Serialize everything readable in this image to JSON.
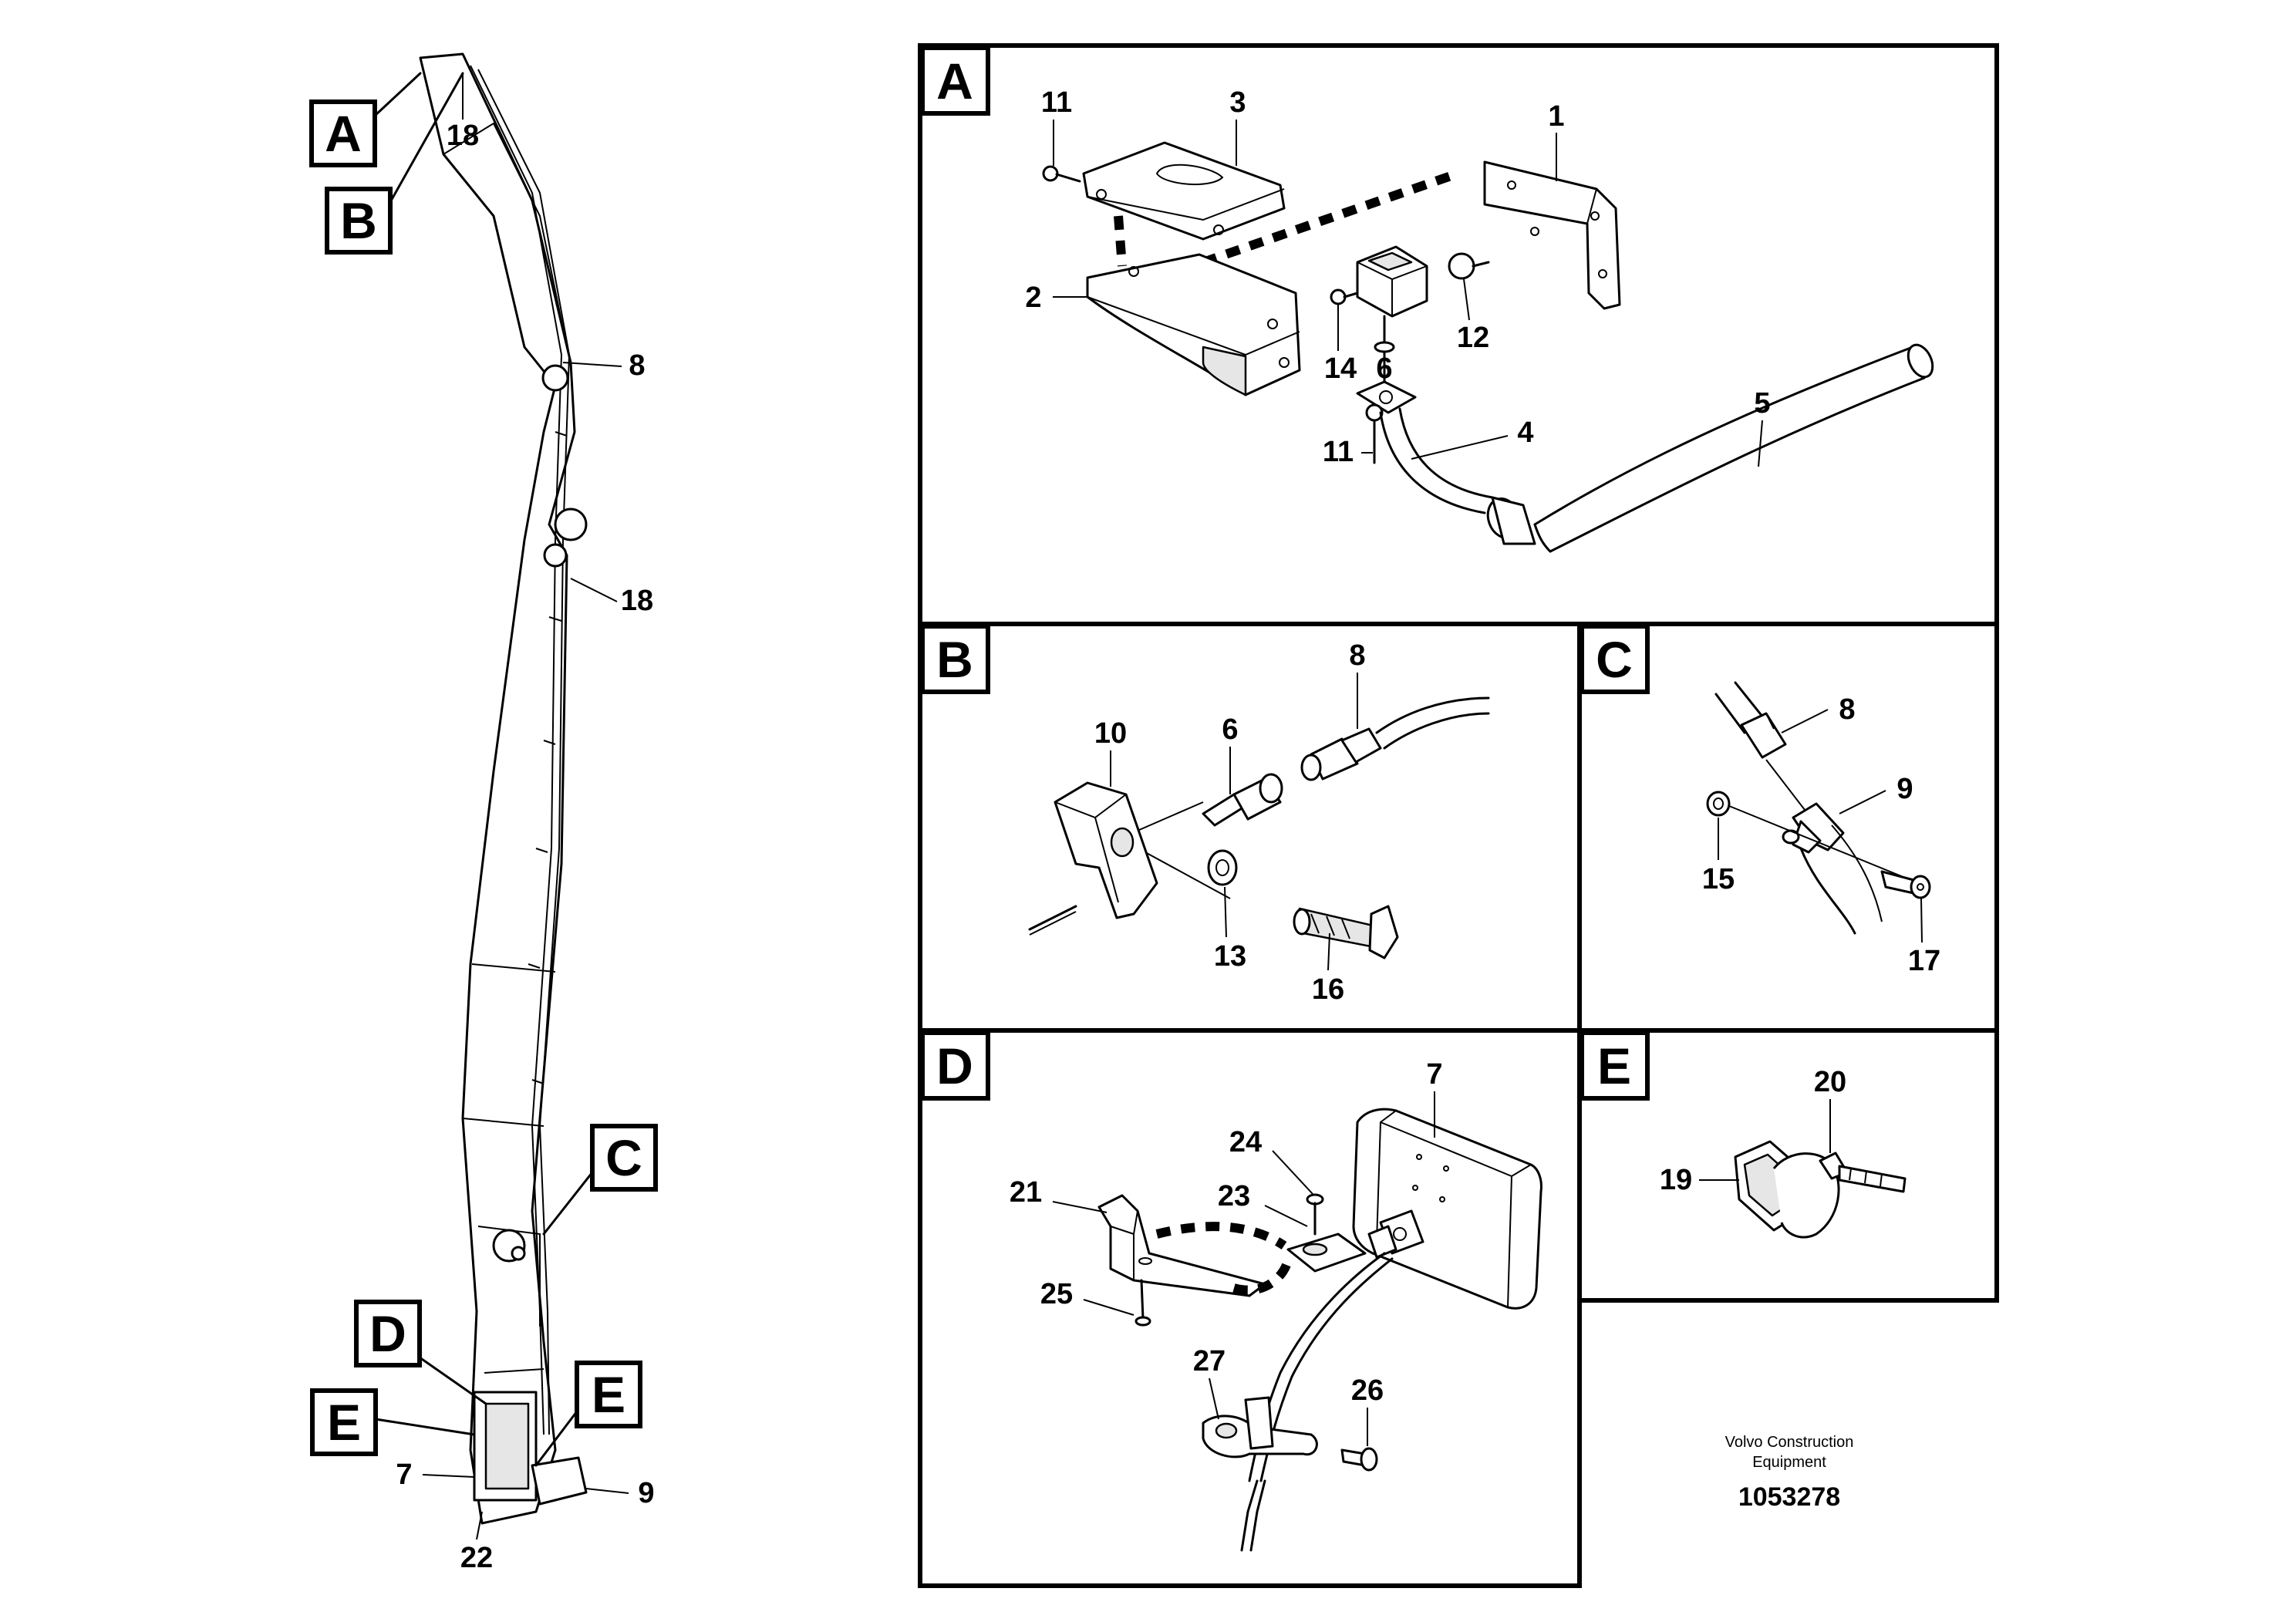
{
  "callout_tags": [
    "A",
    "B",
    "C",
    "D",
    "E"
  ],
  "overview": {
    "tags": [
      "A",
      "B",
      "C",
      "D",
      "E",
      "E"
    ],
    "numbers": [
      "18",
      "8",
      "18",
      "7",
      "9",
      "22"
    ]
  },
  "panels": {
    "A": {
      "tag": "A",
      "numbers": [
        "11",
        "3",
        "1",
        "2",
        "14",
        "6",
        "12",
        "5",
        "4",
        "11"
      ]
    },
    "B": {
      "tag": "B",
      "numbers": [
        "8",
        "10",
        "6",
        "13",
        "16"
      ]
    },
    "C": {
      "tag": "C",
      "numbers": [
        "8",
        "9",
        "15",
        "17"
      ]
    },
    "D": {
      "tag": "D",
      "numbers": [
        "7",
        "24",
        "23",
        "21",
        "25",
        "27",
        "26"
      ]
    },
    "E": {
      "tag": "E",
      "numbers": [
        "20",
        "19"
      ]
    }
  },
  "credit": {
    "line1": "Volvo Construction",
    "line2": "Equipment",
    "doc_number": "1053278"
  }
}
